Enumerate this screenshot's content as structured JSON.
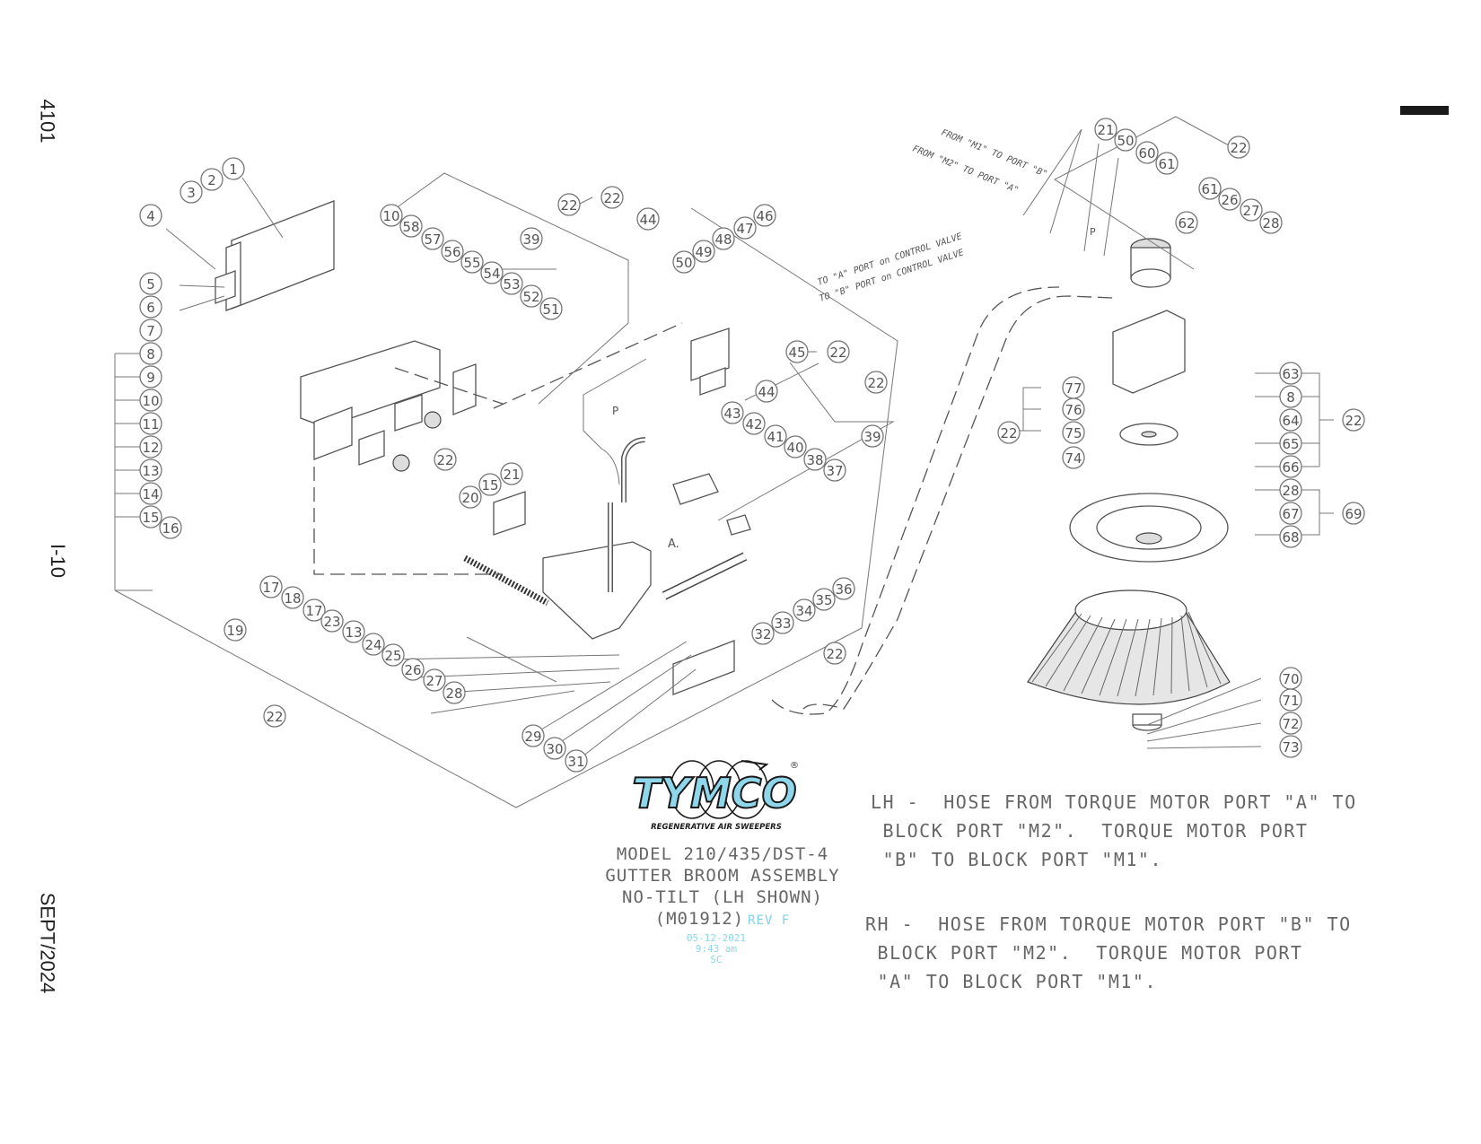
{
  "side_labels": {
    "page_code": "4101",
    "section": "I-10",
    "date": "SEPT/2024"
  },
  "logo": {
    "brand": "TYMCO",
    "tagline": "REGENERATIVE AIR SWEEPERS",
    "registered": "®",
    "colors": {
      "fill": "#8fd6ea",
      "outline": "#1a1a1a"
    }
  },
  "title_block": {
    "line1": "MODEL 210/435/DST-4",
    "line2": "GUTTER BROOM ASSEMBLY",
    "line3": "NO-TILT (LH SHOWN)",
    "part_number": "(M01912)",
    "revision": "REV F",
    "stamp_date": "05-12-2021",
    "stamp_time": "9:43 am",
    "stamp_initials": "SC"
  },
  "notes": {
    "lh": "LH -  HOSE FROM TORQUE MOTOR PORT \"A\" TO\n BLOCK PORT \"M2\".  TORQUE MOTOR PORT\n \"B\" TO BLOCK PORT \"M1\".",
    "rh": "RH -  HOSE FROM TORQUE MOTOR PORT \"B\" TO\n BLOCK PORT \"M2\".  TORQUE MOTOR PORT\n \"A\" TO BLOCK PORT \"M1\"."
  },
  "diagram_annotations": {
    "port_a": "TO \"A\" PORT on CONTROL VALVE",
    "port_b": "TO \"B\" PORT on CONTROL VALVE",
    "from_m1": "FROM \"M1\" TO PORT \"B\"",
    "from_m2": "FROM \"M2\" TO PORT \"A\"",
    "callout_a": "A.",
    "callout_p_valve": "P",
    "callout_p_motor": "P"
  },
  "balloons": {
    "b1": "1",
    "b2": "2",
    "b3": "3",
    "b4": "4",
    "b5": "5",
    "b6": "6",
    "b7": "7",
    "b8": "8",
    "b9": "9",
    "b10": "10",
    "b11": "11",
    "b12": "12",
    "b13": "13",
    "b14": "14",
    "b15": "15",
    "b16": "16",
    "b10b": "10",
    "b58": "58",
    "b57": "57",
    "b56": "56",
    "b55": "55",
    "b54": "54",
    "b53": "53",
    "b52": "52",
    "b51": "51",
    "b39a": "39",
    "b22a": "22",
    "b22b": "22",
    "b44a": "44",
    "b50a": "50",
    "b49": "49",
    "b48": "48",
    "b47": "47",
    "b46": "46",
    "b45": "45",
    "b22c": "22",
    "b44b": "44",
    "b43": "43",
    "b42": "42",
    "b41": "41",
    "b40": "40",
    "b38": "38",
    "b37": "37",
    "b39b": "39",
    "b22d": "22",
    "b22e": "22",
    "b15b": "15",
    "b20": "20",
    "b21a": "21",
    "b17a": "17",
    "b18": "18",
    "b17b": "17",
    "b19": "19",
    "b23": "23",
    "b13b": "13",
    "b24": "24",
    "b25": "25",
    "b26a": "26",
    "b27a": "27",
    "b28a": "28",
    "b22f": "22",
    "b36": "36",
    "b35": "35",
    "b34": "34",
    "b33": "33",
    "b32": "32",
    "b22g": "22",
    "b29": "29",
    "b30": "30",
    "b31": "31",
    "b21b": "21",
    "b50b": "50",
    "b60": "60",
    "b61a": "61",
    "b22h": "22",
    "b61b": "61",
    "b62": "62",
    "b26b": "26",
    "b27b": "27",
    "b28b": "28",
    "b63": "63",
    "b8b": "8",
    "b64": "64",
    "b22i": "22",
    "b65": "65",
    "b66": "66",
    "b77": "77",
    "b76": "76",
    "b75": "75",
    "b22j": "22",
    "b74": "74",
    "b28c": "28",
    "b67": "67",
    "b69": "69",
    "b68": "68",
    "b70": "70",
    "b71": "71",
    "b72": "72",
    "b73": "73"
  }
}
